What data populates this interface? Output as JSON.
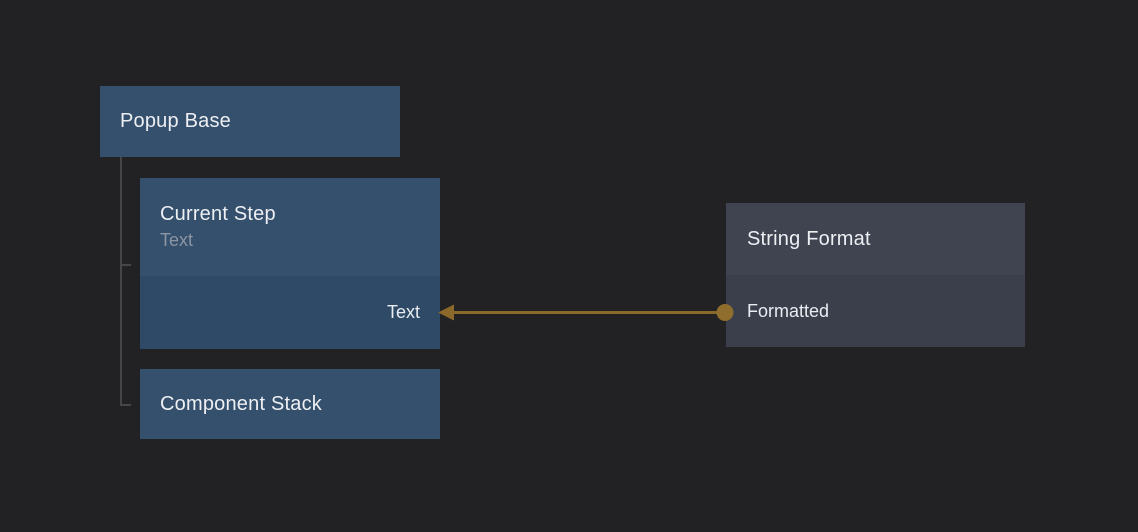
{
  "canvas": {
    "background_color": "#222224",
    "tree_line_color": "#46464A"
  },
  "colors": {
    "blue_node": "#35506C",
    "blue_node_body": "#2F4A66",
    "gray_node_header": "#3F4450",
    "gray_node_body": "#3A3F4B",
    "title_text": "#EDEFF3",
    "subtitle_text": "#8C95A3",
    "wire": "#8B692B",
    "wire_dot": "#8F6E2D"
  },
  "nodes": {
    "popup_base": {
      "title": "Popup Base"
    },
    "current_step": {
      "title": "Current Step",
      "subtitle": "Text",
      "ports": {
        "input": "Text"
      }
    },
    "component_stack": {
      "title": "Component Stack"
    },
    "string_format": {
      "title": "String Format",
      "ports": {
        "output": "Formatted"
      }
    }
  },
  "connection": {
    "from_node": "String Format",
    "from_port": "Formatted",
    "to_node": "Current Step",
    "to_port": "Text",
    "wire_color": "#8B692B"
  }
}
